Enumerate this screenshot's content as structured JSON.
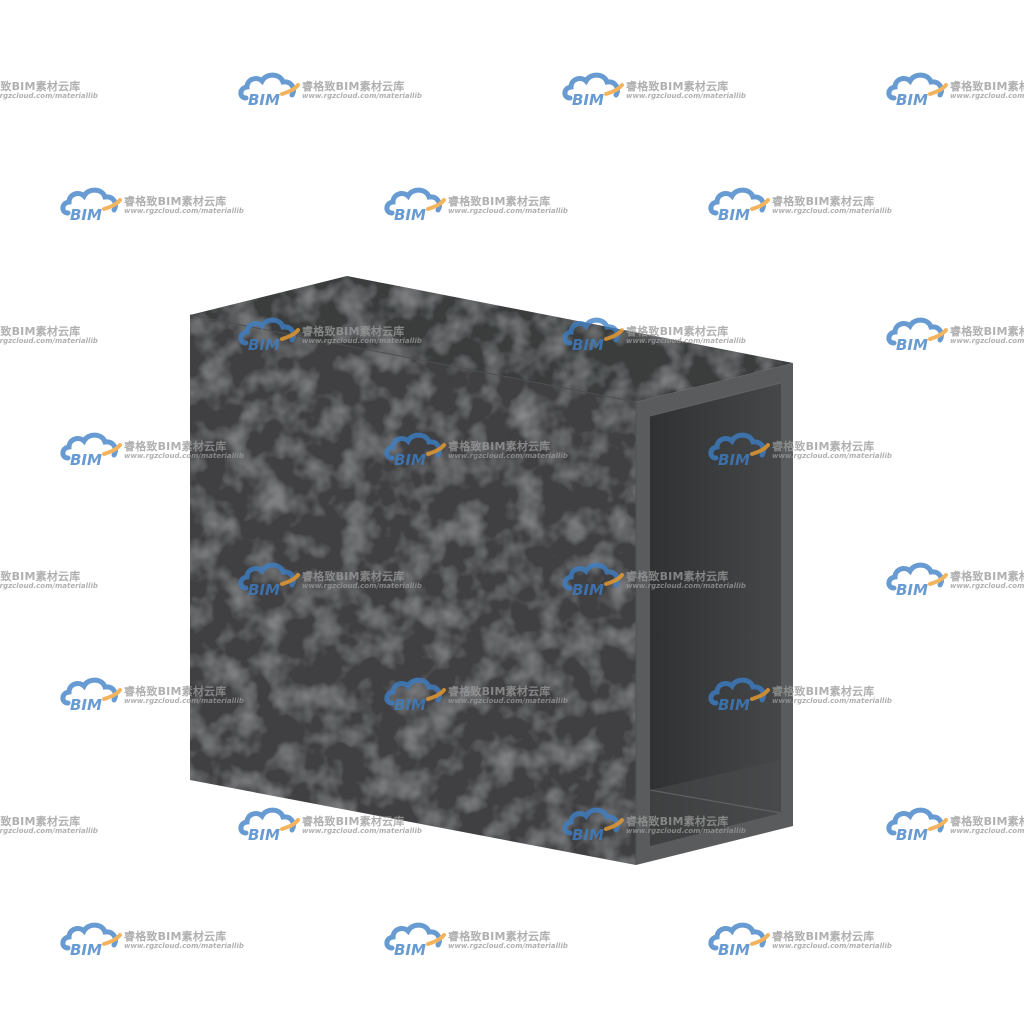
{
  "image": {
    "subject": "rectangular hollow steel section (box tube)",
    "background_color": "#ffffff",
    "colors": {
      "side_face": "#3f4143",
      "top_face": "#3a3c3e",
      "end_rim": "#595b5c",
      "inner_wall": "#3d3f40",
      "inner_floor": "#4a4c4d"
    }
  },
  "watermark": {
    "logo_text": "BIM",
    "title": "睿格致BIM素材云库",
    "url": "www.rgzcloud.com/materiallib",
    "colors": {
      "cloud_blue": "#3d7fc6",
      "cloud_orange": "#f0a030",
      "text_gray": "#9a9a9a"
    }
  }
}
